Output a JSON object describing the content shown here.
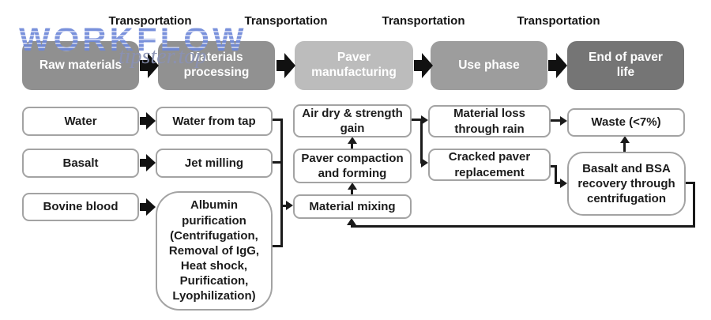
{
  "watermark": {
    "title": "WORKFLOW",
    "subtitle": "tipster.top",
    "title_color": "#6e88d8",
    "subtitle_color": "#8a92b4"
  },
  "transportation": [
    "Transportation",
    "Transportation",
    "Transportation",
    "Transportation"
  ],
  "stages": [
    {
      "label": "Raw materials",
      "color": "#909090"
    },
    {
      "label": "Materials\nprocessing",
      "color": "#919191"
    },
    {
      "label": "Paver\nmanufacturing",
      "color": "#bcbcbc"
    },
    {
      "label": "Use phase",
      "color": "#9d9d9d"
    },
    {
      "label": "End of paver\nlife",
      "color": "#757575"
    }
  ],
  "nodes": {
    "water": "Water",
    "water_from_tap": "Water from tap",
    "basalt": "Basalt",
    "jet_milling": "Jet milling",
    "bovine_blood": "Bovine blood",
    "albumin": "Albumin\npurification\n(Centrifugation,\nRemoval of IgG,\nHeat shock,\nPurification,\nLyophilization)",
    "air_dry": "Air dry & strength\ngain",
    "compaction": "Paver compaction\nand forming",
    "mixing": "Material mixing",
    "material_loss": "Material loss\nthrough rain",
    "cracked_paver": "Cracked paver\nreplacement",
    "waste": "Waste (<7%)",
    "recovery": "Basalt and BSA\nrecovery through\ncentrifugation"
  },
  "line_color": "#1a1a1a"
}
